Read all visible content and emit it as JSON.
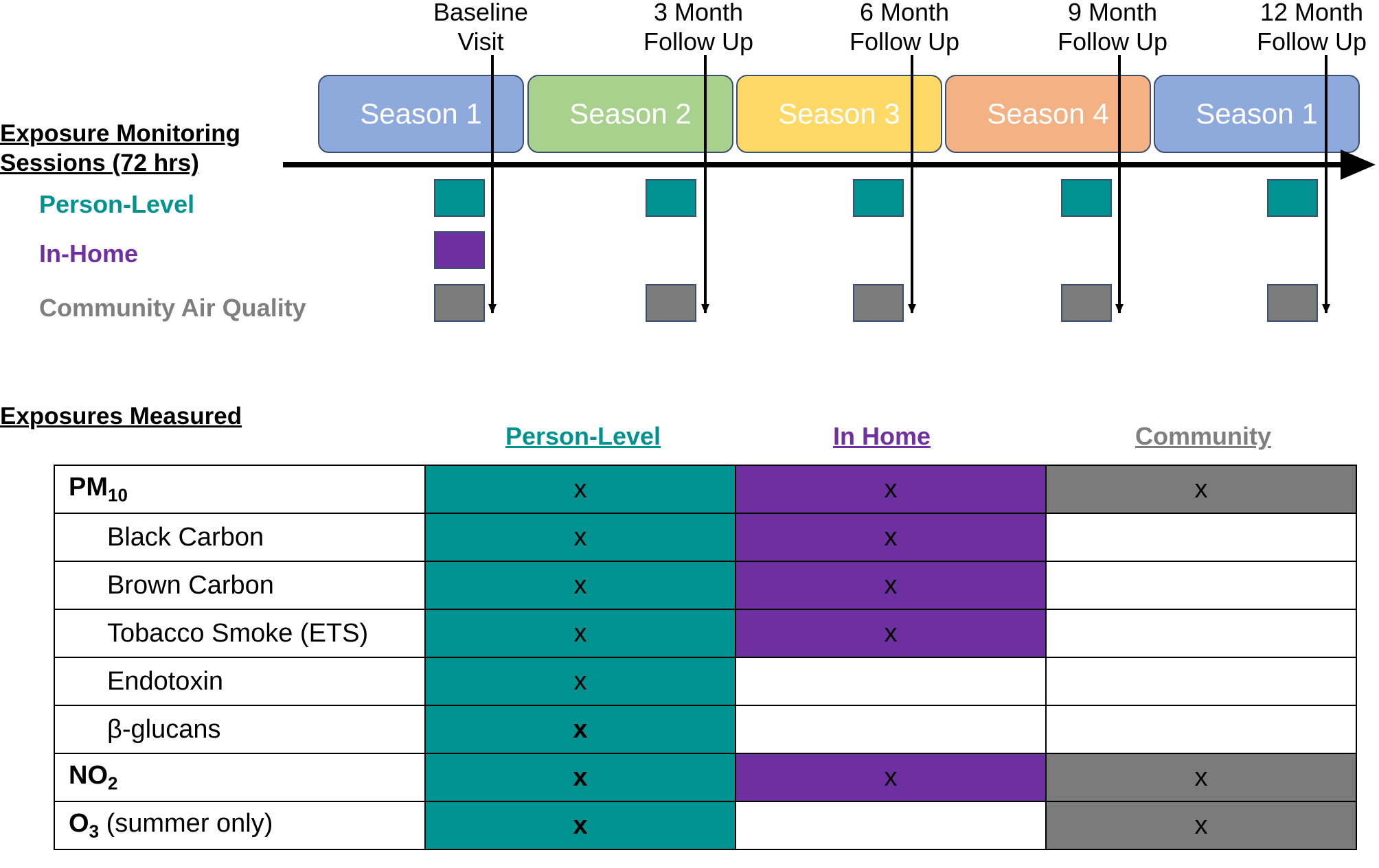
{
  "visits": [
    {
      "line1": "Baseline",
      "line2": "Visit"
    },
    {
      "line1": "3 Month",
      "line2": "Follow Up"
    },
    {
      "line1": "6 Month",
      "line2": "Follow Up"
    },
    {
      "line1": "9 Month",
      "line2": "Follow Up"
    },
    {
      "line1": "12 Month",
      "line2": "Follow Up"
    }
  ],
  "seasons": [
    {
      "label": "Season 1",
      "color": "#8eaadc"
    },
    {
      "label": "Season 2",
      "color": "#a9d18e"
    },
    {
      "label": "Season 3",
      "color": "#ffd966"
    },
    {
      "label": "Season 4",
      "color": "#f4b183"
    },
    {
      "label": "Season 1",
      "color": "#8eaadc"
    }
  ],
  "monitoring": {
    "title_line1": "Exposure Monitoring",
    "title_line2": "Sessions (72 hrs)",
    "rows": [
      {
        "label": "Person-Level",
        "color": "#009290"
      },
      {
        "label": "In-Home",
        "color": "#7030a0"
      },
      {
        "label": "Community Air Quality",
        "color": "#7f7f7f"
      }
    ]
  },
  "exposures": {
    "title": "Exposures Measured",
    "columns": [
      {
        "label": "Person-Level",
        "color": "#009290"
      },
      {
        "label": "In Home",
        "color": "#7030a0"
      },
      {
        "label": "Community",
        "color": "#7f7f7f"
      }
    ],
    "rows": [
      {
        "name": "PM",
        "sub": "10",
        "suffix": "",
        "bold": true,
        "indent": false,
        "person": "x",
        "home": "x",
        "community": "x"
      },
      {
        "name": "Black Carbon",
        "sub": "",
        "suffix": "",
        "bold": false,
        "indent": true,
        "person": "x",
        "home": "x",
        "community": ""
      },
      {
        "name": "Brown Carbon",
        "sub": "",
        "suffix": "",
        "bold": false,
        "indent": true,
        "person": "x",
        "home": "x",
        "community": ""
      },
      {
        "name": "Tobacco  Smoke (ETS)",
        "sub": "",
        "suffix": "",
        "bold": false,
        "indent": true,
        "person": "x",
        "home": "x",
        "community": ""
      },
      {
        "name": "Endotoxin",
        "sub": "",
        "suffix": "",
        "bold": false,
        "indent": true,
        "person": "x",
        "home": "",
        "community": ""
      },
      {
        "name": "β-glucans",
        "sub": "",
        "suffix": "",
        "bold": false,
        "indent": true,
        "person": "x",
        "home": "",
        "community": ""
      },
      {
        "name": "NO",
        "sub": "2",
        "suffix": "",
        "bold": true,
        "indent": false,
        "person": "x",
        "home": "x",
        "community": "x"
      },
      {
        "name": "O",
        "sub": "3",
        "suffix": " (summer only)",
        "bold": true,
        "indent": false,
        "person": "x",
        "home": "",
        "community": "x"
      }
    ]
  }
}
